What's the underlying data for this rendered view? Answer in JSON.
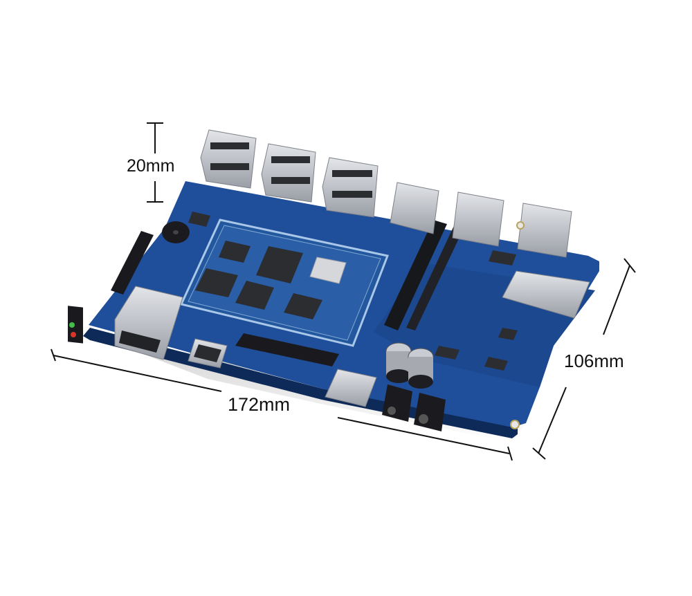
{
  "dimensions": {
    "height": "20mm",
    "length": "172mm",
    "width": "106mm"
  },
  "colors": {
    "pcb_blue": "#1f4f9a",
    "pcb_dark": "#163a74",
    "metal": "#c9ccd2",
    "metal_dark": "#8c9098",
    "chip": "#2b2d31",
    "silk": "#dfe6ee",
    "dim_line": "#111111"
  }
}
